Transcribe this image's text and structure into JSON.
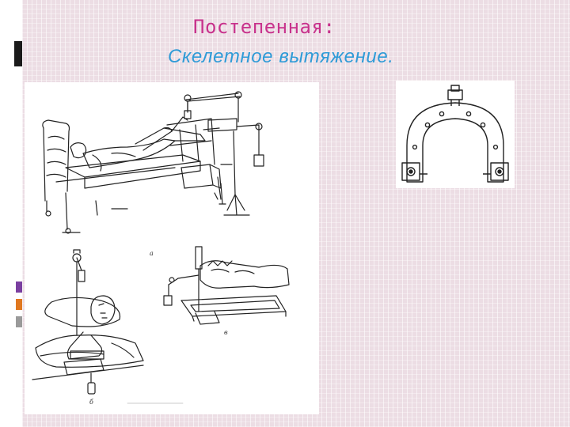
{
  "slide": {
    "title": "Постепенная:",
    "subtitle": "Скелетное вытяжение.",
    "title_color": "#c8328c",
    "subtitle_color": "#2f9bd7",
    "background_color": "#ecdde4",
    "accent_colors": [
      "#7a3fa0",
      "#e07820",
      "#9a9a9a"
    ]
  },
  "figure": {
    "labels": {
      "a": "а",
      "b": "б",
      "c": "в"
    },
    "icons": [
      "bed-traction-illustration",
      "head-traction-illustration",
      "arm-traction-frame-illustration",
      "traction-bracket-arch-illustration"
    ]
  }
}
